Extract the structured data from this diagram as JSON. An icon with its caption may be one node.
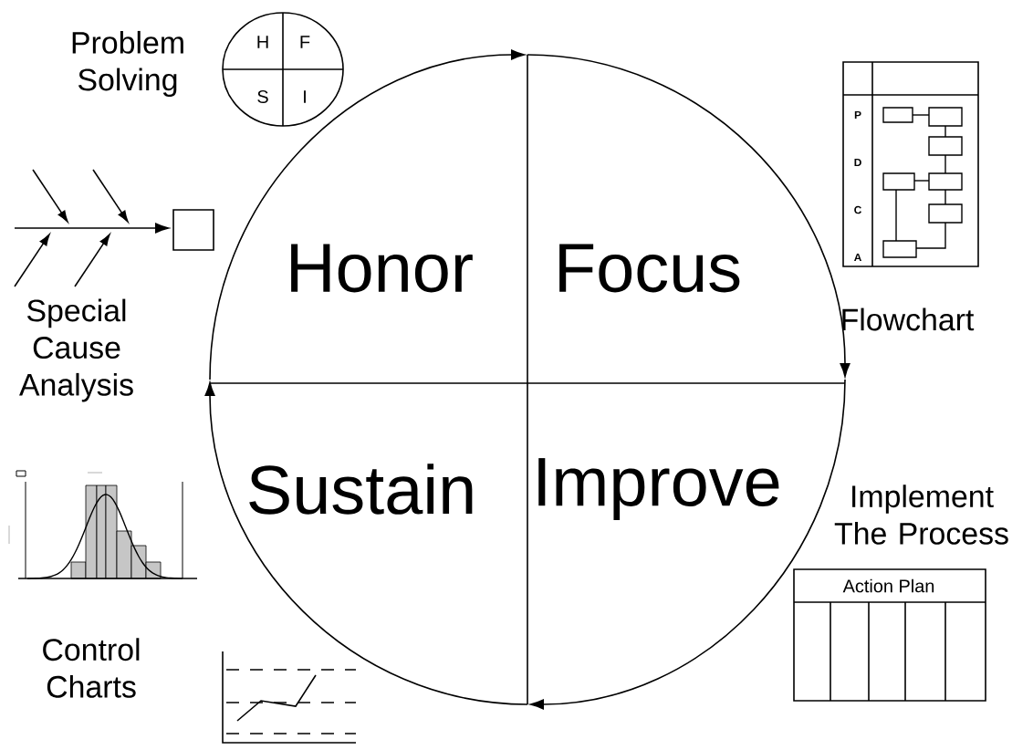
{
  "diagram": {
    "labels": [
      "Problem Solving",
      "H",
      "F",
      "S",
      "I",
      "P",
      "D",
      "C",
      "A",
      "Special Cause Analysis",
      "Honor",
      "Focus",
      "Flowchart",
      "Sustain",
      "Improve",
      "Implement The Process",
      "Action Plan",
      "Control Charts"
    ]
  }
}
